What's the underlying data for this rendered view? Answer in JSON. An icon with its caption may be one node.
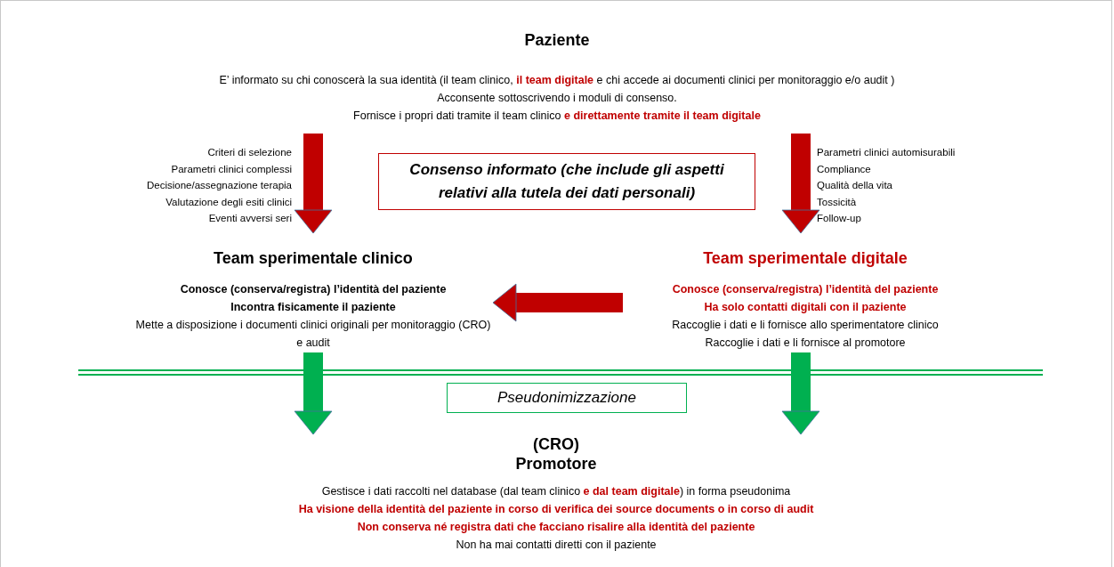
{
  "diagram": {
    "nodes": [
      {
        "text": [
          "Paziente",
          "E’ informato su chi conoscerà la sua identità (il team clinico, **il team digitale** e chi accede ai documenti clinici per monitoraggio e/o audit )",
          "Acconsente sottoscrivendo i moduli di consenso.",
          "Fornisce i propri dati tramite il team clinico **e direttamente tramite il team digitale**"
        ]
      },
      {
        "text": [
          "Consenso informato (che include gli aspetti relativi alla tutela dei dati personali)"
        ]
      },
      {
        "text": [
          "Team sperimentale clinico",
          "**Conosce (conserva/registra) l’identità del paziente**",
          "**Incontra fisicamente il paziente**",
          "Mette a disposizione i documenti clinici originali per monitoraggio (CRO) e audit"
        ]
      },
      {
        "text": [
          "Team sperimentale digitale",
          "**Conosce (conserva/registra) l’identità del paziente**",
          "**Ha solo contatti digitali con il paziente**",
          "Raccoglie i dati e li fornisce allo sperimentatore clinico",
          "Raccoglie i dati e li fornisce al promotore"
        ]
      },
      {
        "text": [
          "Pseudonimizzazione"
        ]
      },
      {
        "text": [
          "(CRO) Promotore",
          "Gestisce i dati raccolti nel database (dal team clinico **e dal team digitale**) in forma pseudonima",
          "**Ha visione della identità del paziente in corso di verifica dei source documents o in corso di audit**",
          "**Non conserva né registra dati che facciano risalire alla identità del paziente**",
          "Non ha mai contatti  diretti con il paziente"
        ]
      }
    ],
    "edges": [
      {
        "from": 0,
        "to": 2,
        "arrow": "to"
      },
      {
        "from": 0,
        "to": 3,
        "arrow": "to"
      },
      {
        "from": 3,
        "to": 2,
        "arrow": "to"
      },
      {
        "from": 2,
        "to": 5,
        "arrow": "to",
        "color": "#00b050"
      },
      {
        "from": 3,
        "to": 5,
        "arrow": "to",
        "color": "#00b050"
      }
    ],
    "labels": [
      "Criteri di selezione",
      "Parametri clinici complessi",
      "Decisione/assegnazione terapia",
      "Valutazione degli esiti clinici",
      "Eventi avversi seri",
      "Parametri clinici automisurabili",
      "Compliance",
      "Qualità della vita",
      "Tossicità",
      "Follow-up"
    ]
  }
}
